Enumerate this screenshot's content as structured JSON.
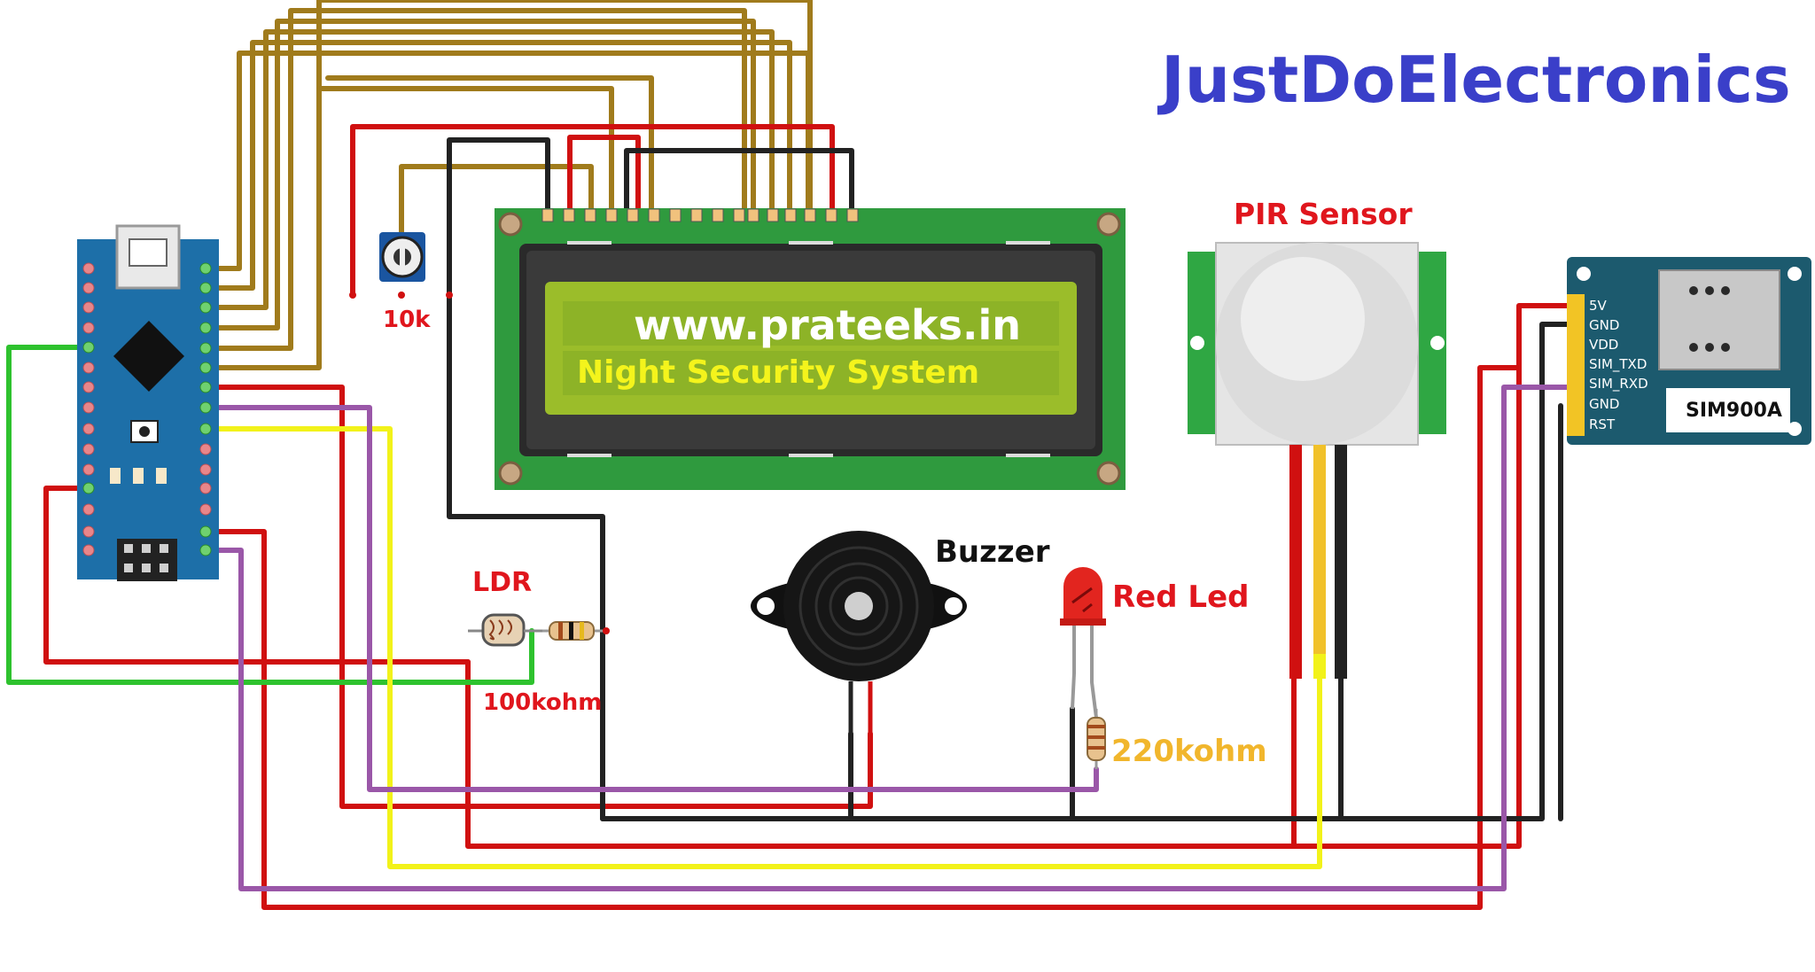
{
  "brand": "JustDoElectronics",
  "lcd": {
    "line1": "www.prateeks.in",
    "line2": "Night Security System"
  },
  "labels": {
    "pir": "PIR Sensor",
    "ldr": "LDR",
    "ldr_resistor": "100kohm",
    "pot": "10k",
    "buzzer": "Buzzer",
    "led": "Red Led",
    "led_resistor": "220kohm"
  },
  "sim": {
    "name": "SIM900A",
    "pins": [
      "5V",
      "GND",
      "VDD",
      "SIM_TXD",
      "SIM_RXD",
      "GND",
      "RST"
    ]
  },
  "colors": {
    "wire_brown": "#a07b1c",
    "wire_red": "#d01010",
    "wire_black": "#222222",
    "wire_green": "#2ec22e",
    "wire_yellow": "#f2f21a",
    "wire_purple": "#9a57a8",
    "board_blue": "#1d6fa8",
    "lcd_green": "#2f9a3e",
    "lcd_screen": "#9bbd2a"
  }
}
